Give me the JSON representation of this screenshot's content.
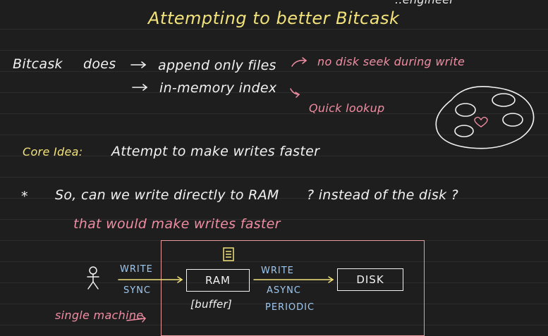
{
  "title": "Attempting to better Bitcask",
  "corner_text": "..engineer",
  "row1": {
    "subject": "Bitcask",
    "verb": "does",
    "item1": "append only files",
    "item2": "in-memory index",
    "note1": "no disk seek during write",
    "note2": "Quick lookup"
  },
  "core": {
    "label": "Core Idea:",
    "text": "Attempt to make writes faster"
  },
  "question": {
    "bullet": "*",
    "line1_a": "So, can we write directly to RAM",
    "line1_b": "? instead of the disk ?",
    "line2": "that would make writes faster"
  },
  "diagram": {
    "left_top": "WRITE",
    "left_bottom": "SYNC",
    "ram": "RAM",
    "ram_note": "[buffer]",
    "right_top": "WRITE",
    "right_mid": "ASYNC",
    "right_bottom": "PERIODIC",
    "disk": "DISK",
    "single_machine": "single machine"
  },
  "colors": {
    "background": "#1e1e1e",
    "yellow": "#f2e27a",
    "pink": "#f08da2",
    "blue": "#9ec8f0",
    "white": "#f2f2f2"
  },
  "icons": [
    "user-stick-figure-icon",
    "document-icon",
    "blob-drawing-icon",
    "heart-icon",
    "arrow-right-icon"
  ]
}
